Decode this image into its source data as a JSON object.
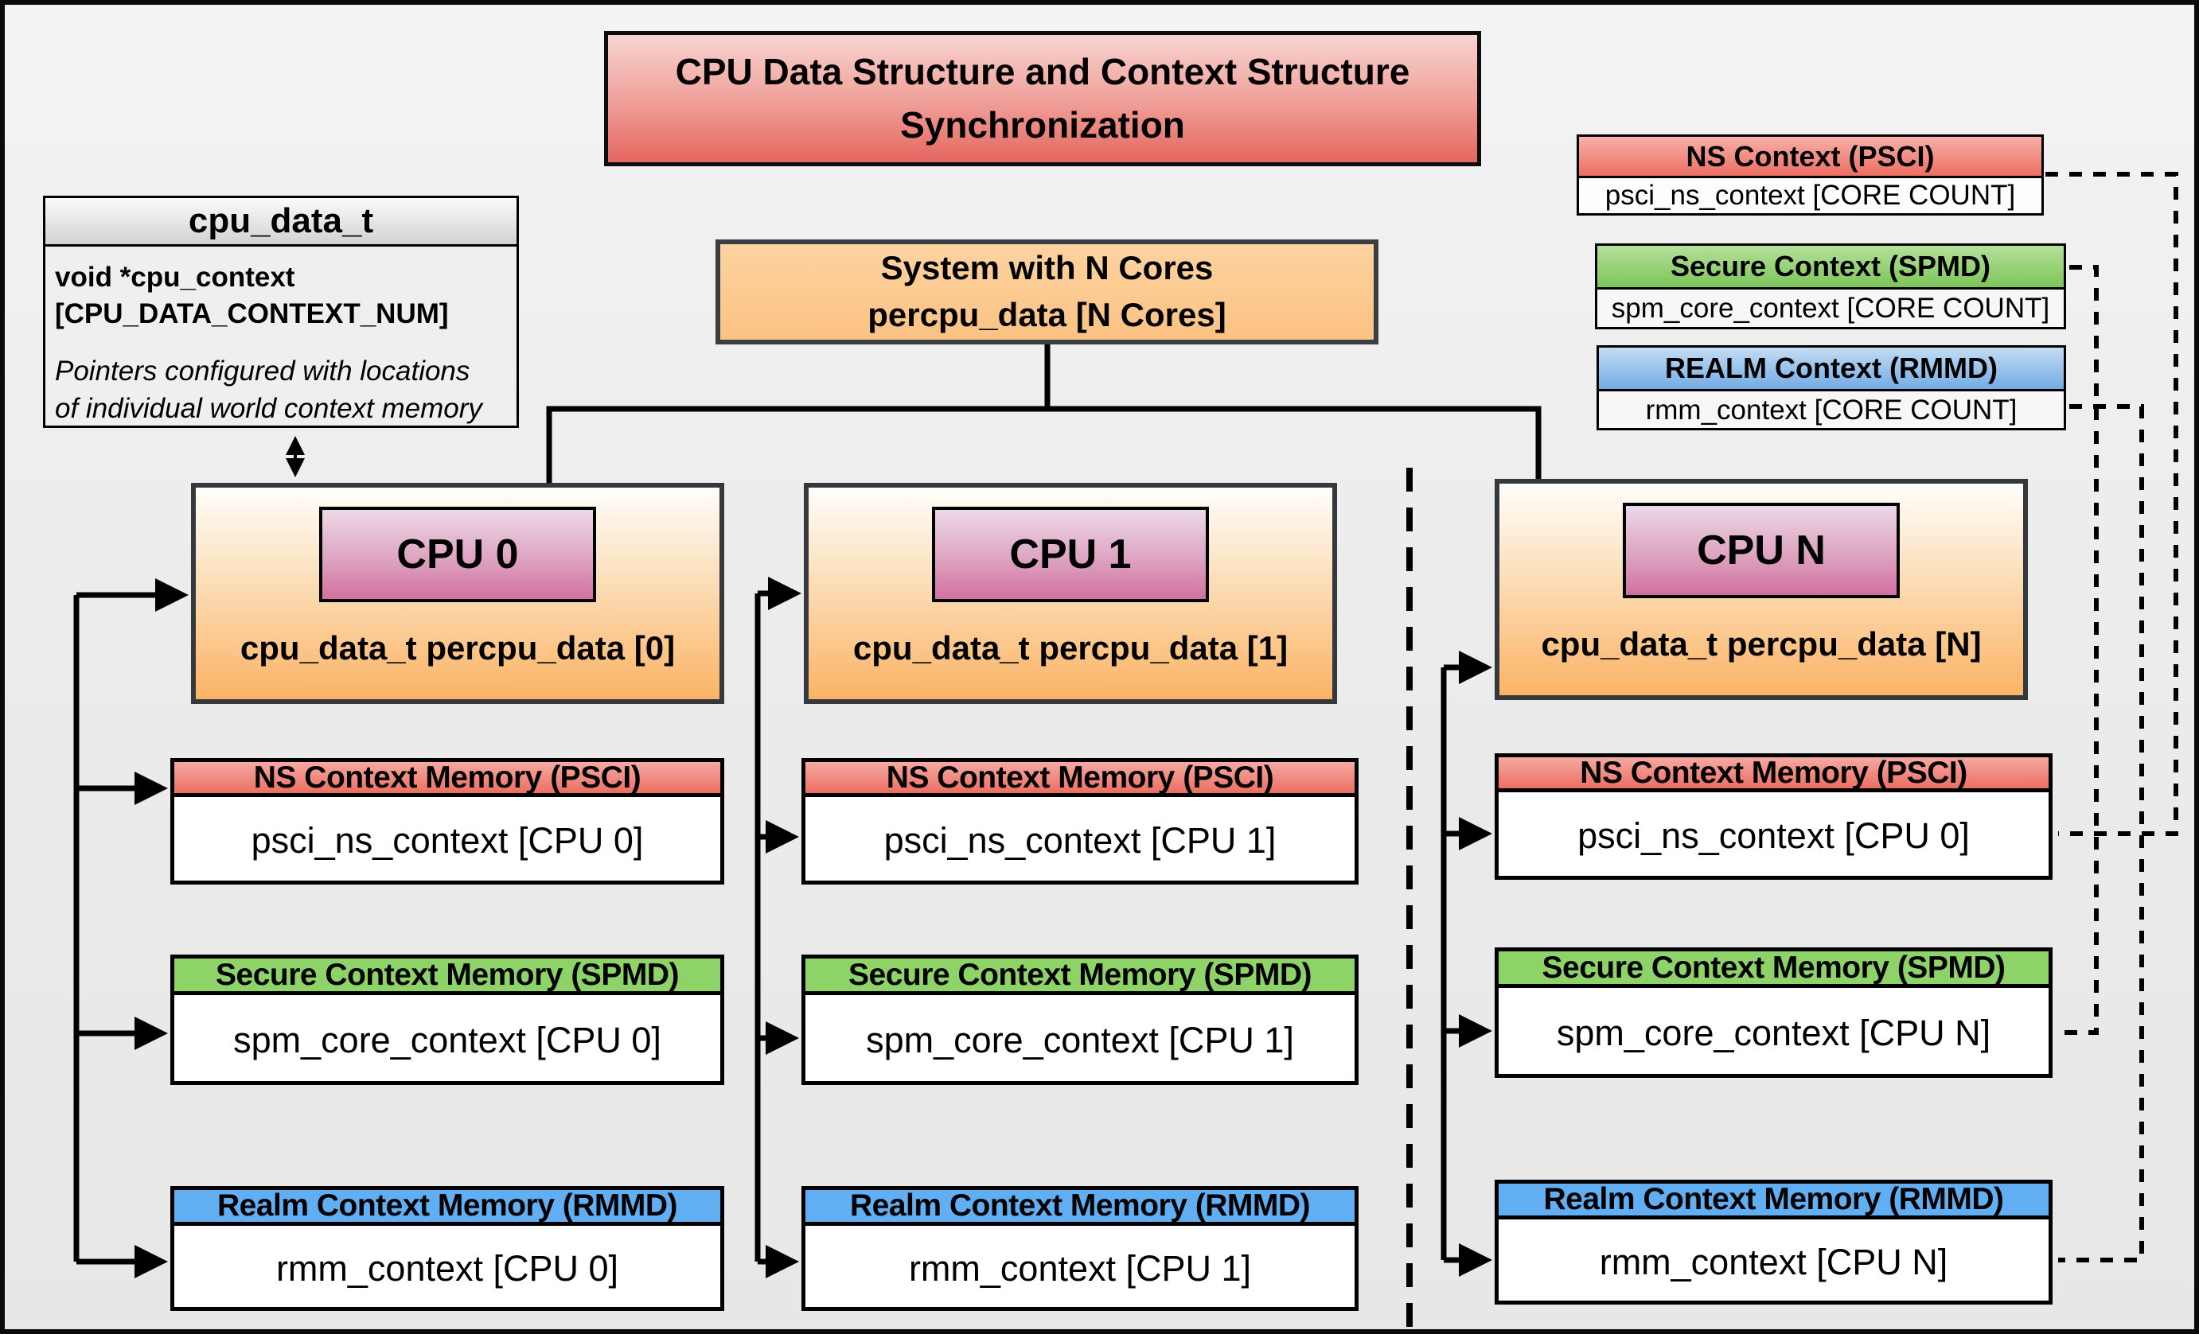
{
  "title": "CPU Data Structure and Context Structure Synchronization",
  "struct_box": {
    "header": "cpu_data_t",
    "field_line1": "void *cpu_context",
    "field_line2": "[CPU_DATA_CONTEXT_NUM]",
    "note_line1": "Pointers configured with locations",
    "note_line2": "of individual world context memory"
  },
  "system_box": {
    "line1": "System with N Cores",
    "line2": "percpu_data [N Cores]"
  },
  "legend": [
    {
      "title": "NS Context  (PSCI)",
      "body": "psci_ns_context [CORE COUNT]",
      "color": "#ec6e62"
    },
    {
      "title": "Secure Context (SPMD)",
      "body": "spm_core_context [CORE COUNT]",
      "color": "#7cc55a"
    },
    {
      "title": "REALM Context (RMMD)",
      "body": "rmm_context [CORE COUNT]",
      "color": "#74abe4"
    }
  ],
  "cpus": [
    {
      "label": "CPU 0",
      "data_label": "cpu_data_t percpu_data [0]",
      "contexts": [
        {
          "title": "NS Context Memory (PSCI)",
          "body": "psci_ns_context [CPU 0]"
        },
        {
          "title": "Secure Context Memory (SPMD)",
          "body": "spm_core_context [CPU 0]"
        },
        {
          "title": "Realm Context Memory (RMMD)",
          "body": "rmm_context [CPU 0]"
        }
      ]
    },
    {
      "label": "CPU 1",
      "data_label": "cpu_data_t percpu_data [1]",
      "contexts": [
        {
          "title": "NS Context Memory (PSCI)",
          "body": "psci_ns_context [CPU 1]"
        },
        {
          "title": "Secure Context Memory (SPMD)",
          "body": "spm_core_context [CPU 1]"
        },
        {
          "title": "Realm Context Memory (RMMD)",
          "body": "rmm_context [CPU 1]"
        }
      ]
    },
    {
      "label": "CPU N",
      "data_label": "cpu_data_t percpu_data [N]",
      "contexts": [
        {
          "title": "NS Context Memory (PSCI)",
          "body": "psci_ns_context [CPU 0]"
        },
        {
          "title": "Secure Context Memory (SPMD)",
          "body": "spm_core_context [CPU N]"
        },
        {
          "title": "Realm Context Memory (RMMD)",
          "body": "rmm_context [CPU N]"
        }
      ]
    }
  ],
  "colors": {
    "title_gradient_top": "#f8d4d1",
    "title_gradient_bottom": "#e4665f",
    "ns_red": "#ec6e62",
    "secure_green": "#7cc55a",
    "realm_blue_legend": "#74abe4",
    "realm_blue_memory": "#62aef2",
    "cpu_box_orange": "#fbb365",
    "cpu_chip_pink": "#d2709e",
    "system_orange": "#fbc283",
    "background": "#ececec"
  }
}
